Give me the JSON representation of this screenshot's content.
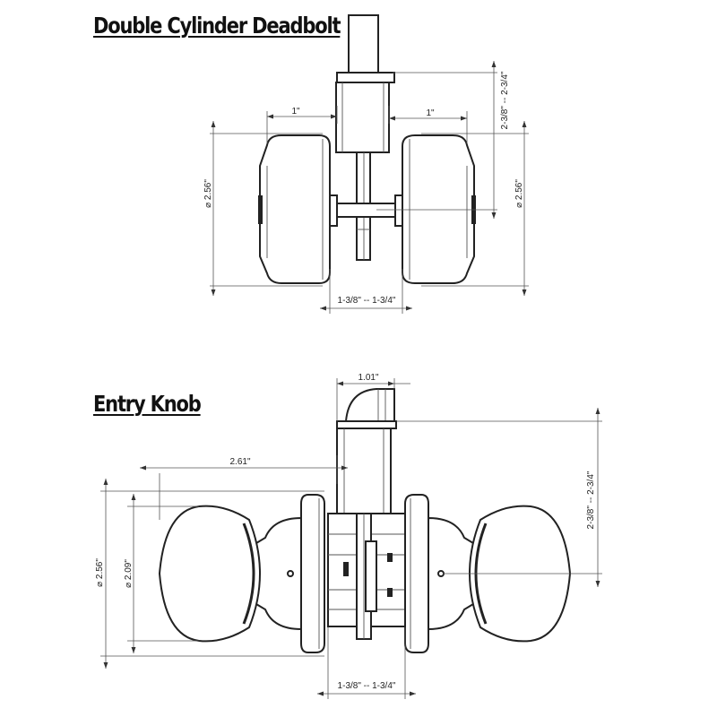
{
  "deadbolt": {
    "title": "Double Cylinder Deadbolt",
    "dims": {
      "setback_left": "1\"",
      "setback_right": "1\"",
      "backset": "2-3/8\" -- 2-3/4\"",
      "diameter_left": "⌀ 2.56\"",
      "diameter_right": "⌀ 2.56\"",
      "door_thickness": "1-3/8\" -- 1-3/4\""
    }
  },
  "knob": {
    "title": "Entry Knob",
    "dims": {
      "latch_width": "1.01\"",
      "projection": "2.61\"",
      "backset": "2-3/8\" -- 2-3/4\"",
      "rose_diameter": "⌀ 2.56\"",
      "knob_diameter": "⌀ 2.09\"",
      "door_thickness": "1-3/8\" -- 1-3/4\""
    }
  }
}
